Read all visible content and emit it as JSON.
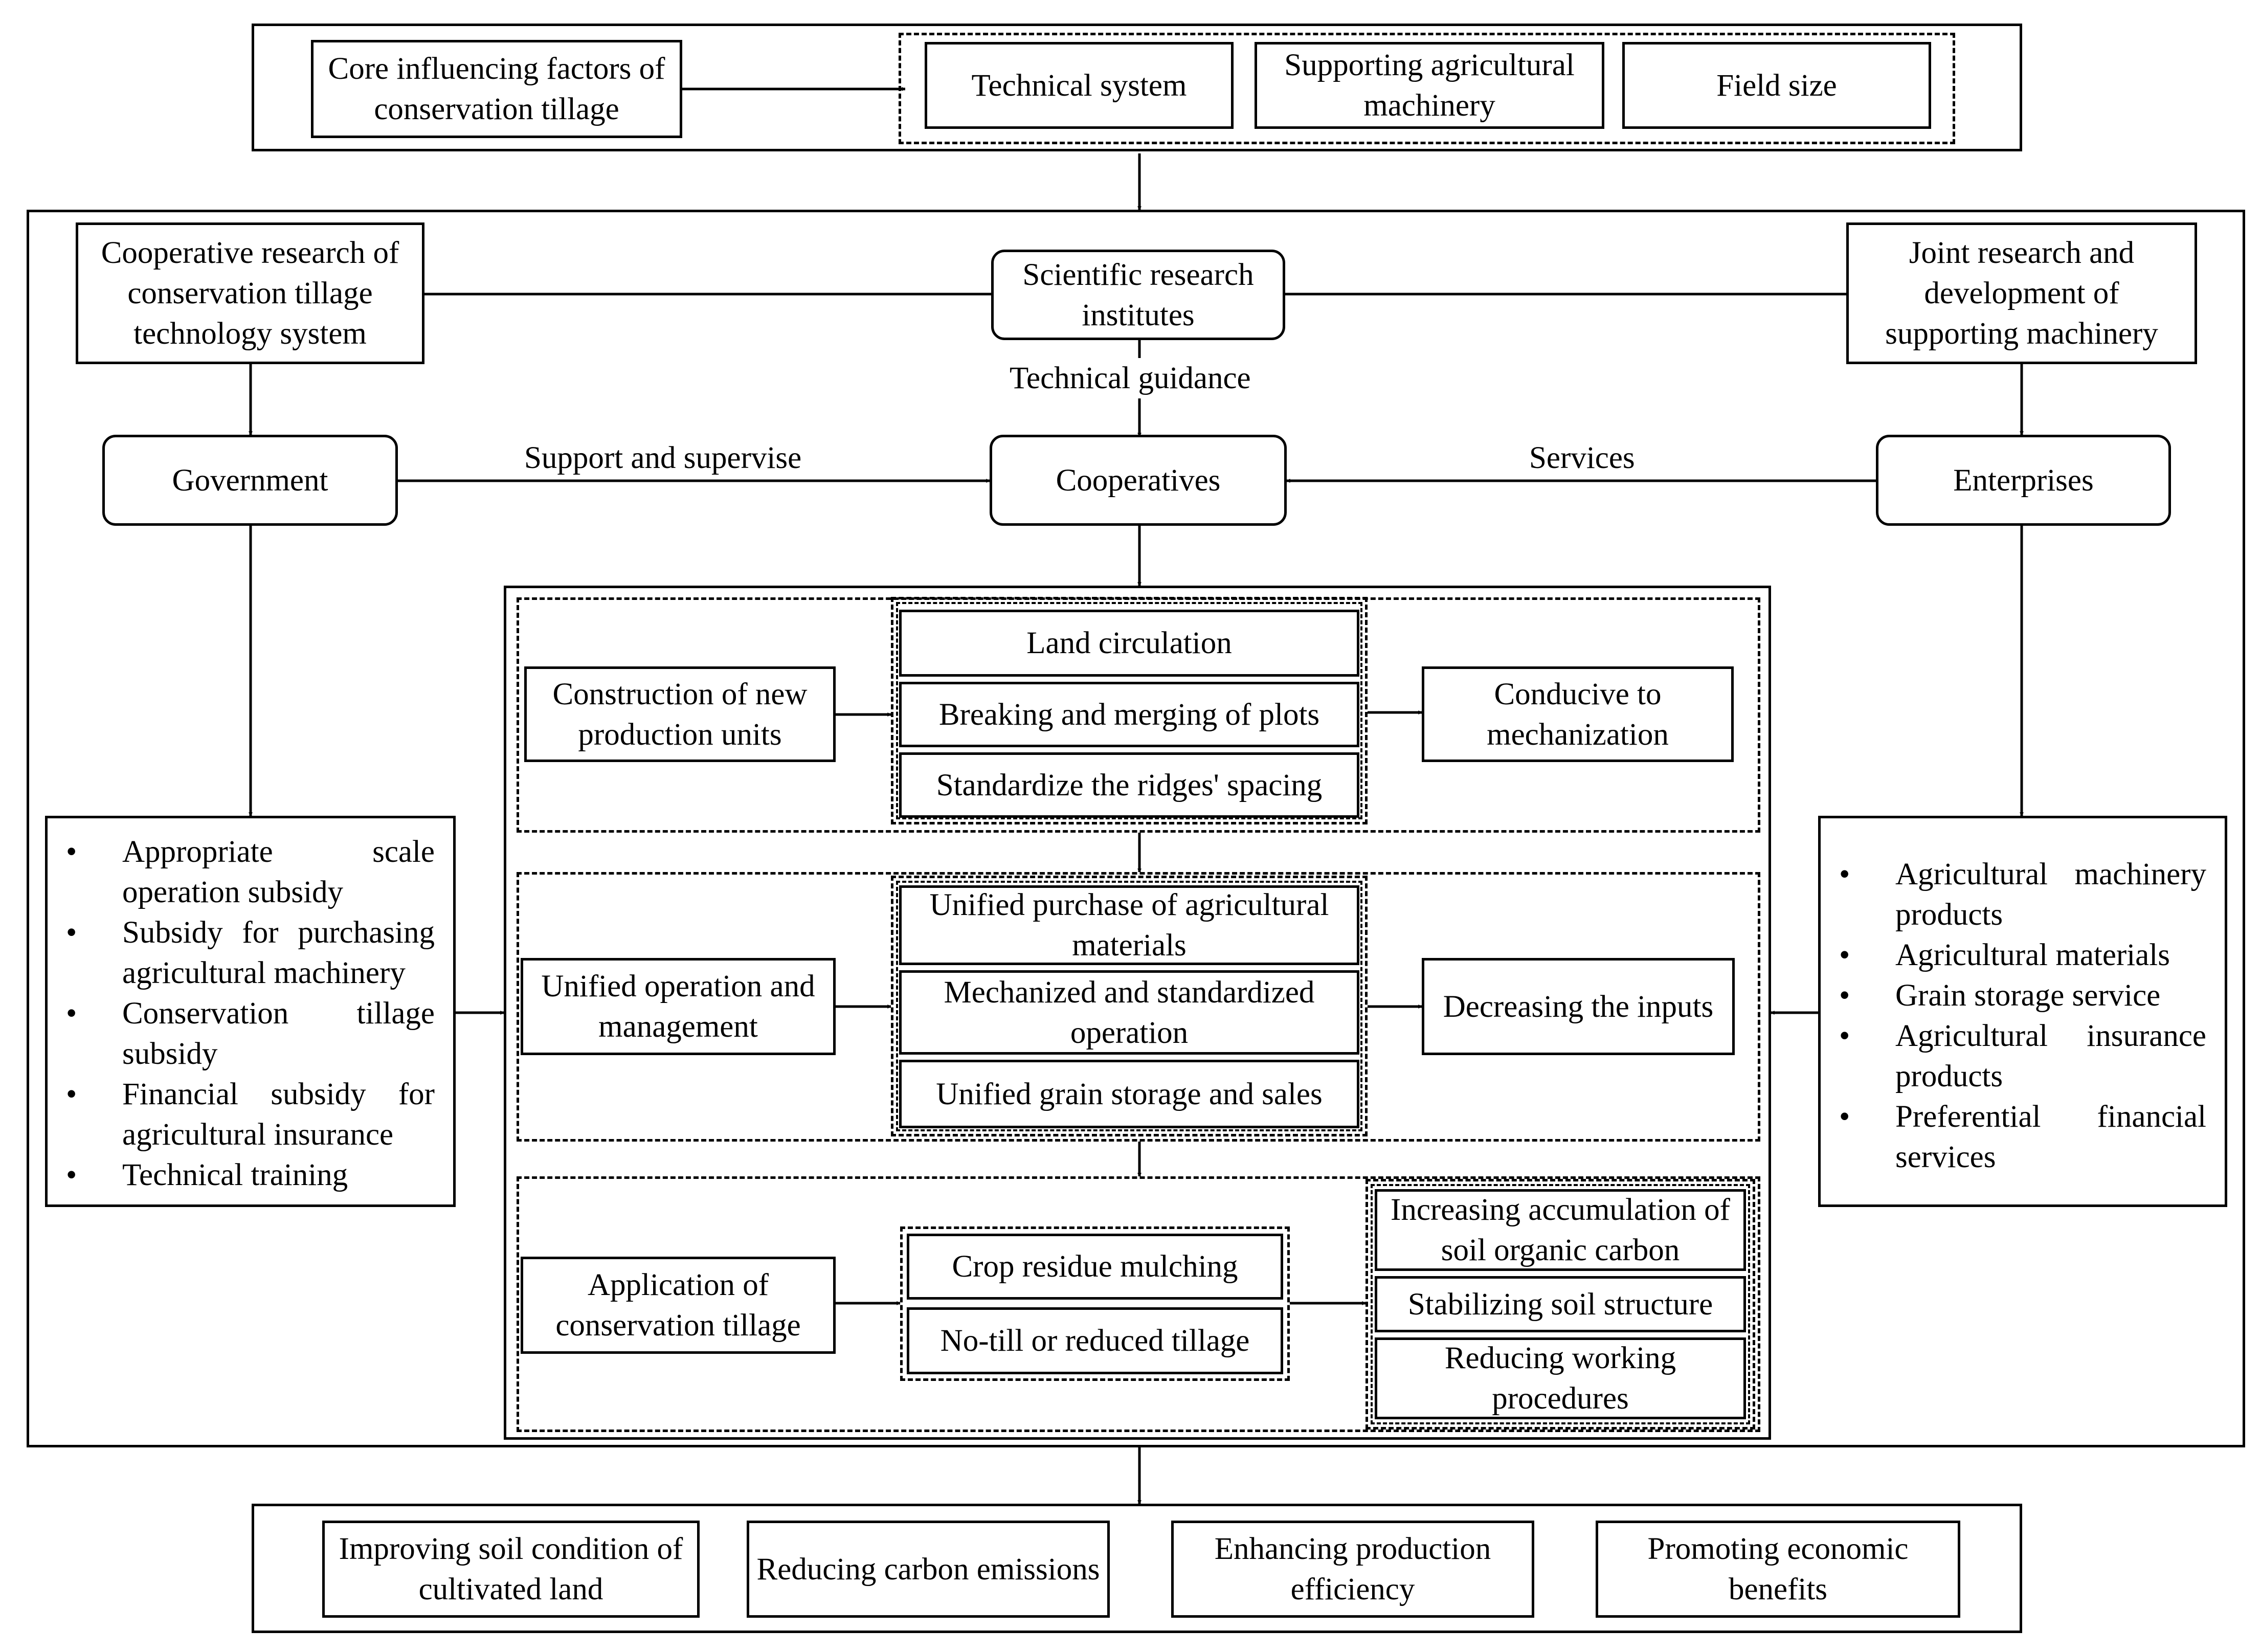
{
  "top": {
    "core_label": "Core influencing factors of conservation tillage",
    "factors": [
      "Technical system",
      "Supporting agricultural machinery",
      "Field size"
    ]
  },
  "actors": {
    "research_left": "Cooperative research of conservation tillage technology system",
    "institutes": "Scientific research institutes",
    "research_right": "Joint research and development of supporting machinery",
    "government": "Government",
    "cooperatives": "Cooperatives",
    "enterprises": "Enterprises"
  },
  "edge_labels": {
    "technical_guidance": "Technical guidance",
    "support_supervise": "Support and supervise",
    "services": "Services"
  },
  "government_list": [
    "Appropriate scale operation subsidy",
    "Subsidy for purchasing agricultural machinery",
    "Conservation tillage subsidy",
    "Financial subsidy for agricultural insurance",
    "Technical training"
  ],
  "enterprise_list": [
    "Agricultural machinery products",
    "Agricultural materials",
    "Grain storage service",
    "Agricultural insurance products",
    "Preferential financial services"
  ],
  "bullet_symbol": "•",
  "stage1": {
    "input": "Construction of new production units",
    "steps": [
      "Land circulation",
      "Breaking and merging of plots",
      "Standardize the ridges' spacing"
    ],
    "result": "Conducive to mechanization"
  },
  "stage2": {
    "input": "Unified operation and management",
    "steps": [
      "Unified purchase of agricultural materials",
      "Mechanized and standardized operation",
      "Unified grain storage and sales"
    ],
    "result": "Decreasing the inputs"
  },
  "stage3": {
    "input": "Application of conservation tillage",
    "steps": [
      "Crop residue mulching",
      "No-till or reduced tillage"
    ],
    "results": [
      "Increasing accumulation of soil organic carbon",
      "Stabilizing soil structure",
      "Reducing working procedures"
    ]
  },
  "outcomes": [
    "Improving soil condition of cultivated land",
    "Reducing carbon emissions",
    "Enhancing production efficiency",
    "Promoting economic benefits"
  ]
}
